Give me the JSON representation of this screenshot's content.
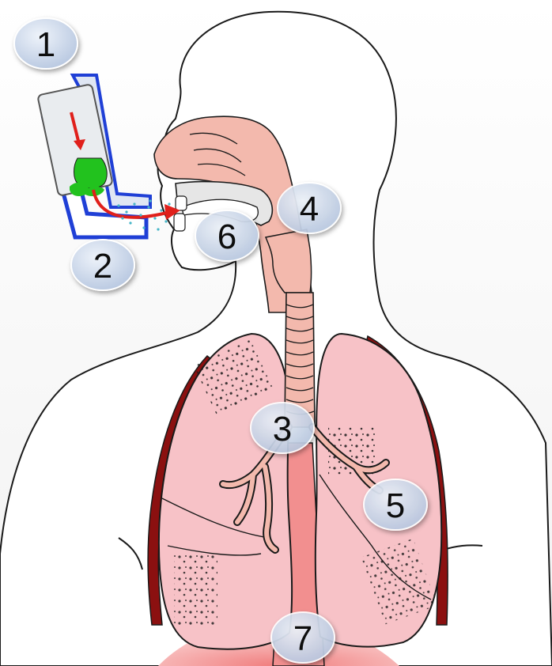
{
  "badges": [
    {
      "label": "1",
      "meaning": "inhaler"
    },
    {
      "label": "2",
      "meaning": "spacer"
    },
    {
      "label": "3",
      "meaning": "airways"
    },
    {
      "label": "4",
      "meaning": "throat"
    },
    {
      "label": "5",
      "meaning": "lungs"
    },
    {
      "label": "6",
      "meaning": "mouth"
    },
    {
      "label": "7",
      "meaning": "bloodstream"
    }
  ],
  "colors": {
    "outline": "#1a1a1a",
    "lung_fill": "#f7c2c7",
    "airway_fill": "#f3b9ad",
    "ribs": "#8b1010",
    "badge_fill": "#c9d6ea",
    "spacer": "#1f3fd6",
    "arrow": "#e0201b",
    "drug": "#22c21e",
    "spray": "#46b6c8",
    "blood": "#f28f8f"
  }
}
